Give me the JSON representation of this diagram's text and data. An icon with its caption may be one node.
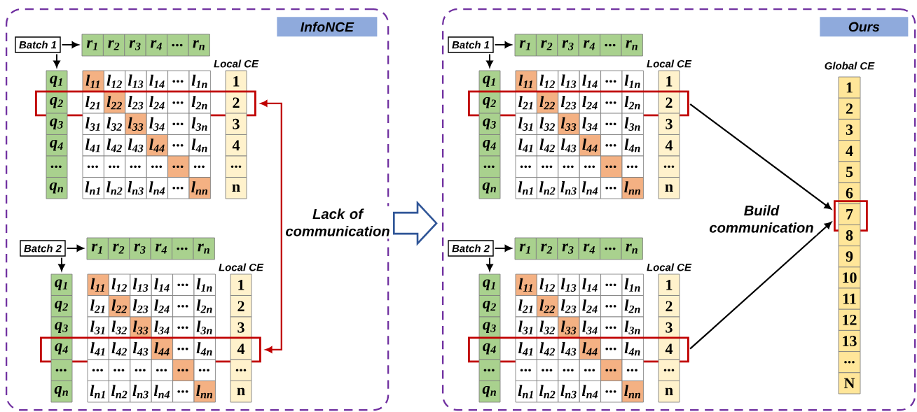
{
  "diagram": {
    "nodes": [
      {
        "text": [],
        "shape": "box"
      },
      {
        "text": [
          "InfoNCE"
        ],
        "in": 0
      },
      {
        "text": [
          "Batch 1"
        ],
        "in": 0
      },
      {
        "text": [
          "r$_{1}$"
        ],
        "in": 0
      },
      {
        "text": [
          "q$_{1}$"
        ],
        "in": 0
      },
      {
        "text": [
          "q$_{2}$",
          "l$_{21}$",
          "l$_{22}$",
          "l$_{23}$",
          "l$_{24}$",
          "...",
          "l$_{2n}$",
          "2"
        ],
        "in": 0
      },
      {
        "text": [
          "Batch 2"
        ],
        "in": 0
      },
      {
        "text": [
          "r$_{1}$"
        ],
        "in": 0
      },
      {
        "text": [
          "q$_{1}$"
        ],
        "in": 0
      },
      {
        "text": [
          "q$_{4}$",
          "l$_{41}$",
          "l$_{42}$",
          "l$_{43}$",
          "l$_{44}$",
          "...",
          "l$_{4n}$",
          "4"
        ],
        "in": 0
      },
      {
        "text": [],
        "shape": "box"
      },
      {
        "text": [
          "Ours"
        ],
        "in": 10
      },
      {
        "text": [
          "Batch 1"
        ],
        "in": 10
      },
      {
        "text": [
          "r$_{1}$"
        ],
        "in": 10
      },
      {
        "text": [
          "q$_{1}$"
        ],
        "in": 10
      },
      {
        "text": [
          "q$_{2}$",
          "l$_{21}$",
          "l$_{22}$",
          "l$_{23}$",
          "l$_{24}$",
          "...",
          "l$_{2n}$",
          "2"
        ],
        "in": 10
      },
      {
        "text": [
          "Batch 2"
        ],
        "in": 10
      },
      {
        "text": [
          "r$_{1}$"
        ],
        "in": 10
      },
      {
        "text": [
          "q$_{1}$"
        ],
        "in": 10
      },
      {
        "text": [
          "q$_{4}$",
          "l$_{41}$",
          "l$_{42}$",
          "l$_{43}$",
          "l$_{44}$",
          "...",
          "l$_{4n}$",
          "4"
        ],
        "in": 10
      },
      {
        "text": [
          "7"
        ],
        "in": 10
      }
    ],
    "edges": [
      {
        "from": 2,
        "to": 3,
        "arrow": "to"
      },
      {
        "from": 2,
        "to": 4,
        "arrow": "to"
      },
      {
        "from": 6,
        "to": 7,
        "arrow": "to"
      },
      {
        "from": 6,
        "to": 8,
        "arrow": "to"
      },
      {
        "from": 5,
        "to": 9,
        "arrow": "both",
        "color": "#c00000",
        "label": "Lack of communication"
      },
      {
        "from": 0,
        "to": 10,
        "arrow": "to",
        "color": "#2f5597"
      },
      {
        "from": 12,
        "to": 13,
        "arrow": "to"
      },
      {
        "from": 12,
        "to": 14,
        "arrow": "to"
      },
      {
        "from": 16,
        "to": 17,
        "arrow": "to"
      },
      {
        "from": 16,
        "to": 18,
        "arrow": "to"
      },
      {
        "from": 15,
        "to": 20,
        "arrow": "to",
        "label": "Build communication"
      },
      {
        "from": 19,
        "to": 20,
        "arrow": "to"
      }
    ],
    "labels": [
      "r$_{2}$",
      "r$_{3}$",
      "r$_{4}$",
      "...",
      "r$_{n}$",
      "Local CE",
      "l$_{11}$",
      "l$_{12}$",
      "l$_{13}$",
      "l$_{14}$",
      "...",
      "l$_{1n}$",
      "1",
      "q$_{3}$",
      "l$_{31}$",
      "l$_{32}$",
      "l$_{33}$",
      "l$_{34}$",
      "...",
      "l$_{3n}$",
      "3",
      "q$_{4}$",
      "l$_{41}$",
      "l$_{42}$",
      "l$_{43}$",
      "l$_{44}$",
      "...",
      "l$_{4n}$",
      "4",
      "...",
      "...",
      "...",
      "...",
      "...",
      "...",
      "...",
      "...",
      "q$_{n}$",
      "l$_{n1}$",
      "l$_{n2}$",
      "l$_{n3}$",
      "l$_{n4}$",
      "...",
      "l$_{nn}$",
      "n",
      "r$_{2}$",
      "r$_{3}$",
      "r$_{4}$",
      "...",
      "r$_{n}$",
      "Local CE",
      "l$_{11}$",
      "l$_{12}$",
      "l$_{13}$",
      "l$_{14}$",
      "...",
      "l$_{1n}$",
      "1",
      "q$_{2}$",
      "l$_{21}$",
      "l$_{22}$",
      "l$_{23}$",
      "l$_{24}$",
      "...",
      "l$_{2n}$",
      "2",
      "q$_{3}$",
      "l$_{31}$",
      "l$_{32}$",
      "l$_{33}$",
      "l$_{34}$",
      "...",
      "l$_{3n}$",
      "3",
      "...",
      "...",
      "...",
      "...",
      "...",
      "...",
      "...",
      "...",
      "q$_{n}$",
      "l$_{n1}$",
      "l$_{n2}$",
      "l$_{n3}$",
      "l$_{n4}$",
      "...",
      "l$_{nn}$",
      "n",
      "r$_{2}$",
      "r$_{3}$",
      "r$_{4}$",
      "...",
      "r$_{n}$",
      "Local CE",
      "l$_{11}$",
      "l$_{12}$",
      "l$_{13}$",
      "l$_{14}$",
      "...",
      "l$_{1n}$",
      "1",
      "q$_{3}$",
      "l$_{31}$",
      "l$_{32}$",
      "l$_{33}$",
      "l$_{34}$",
      "...",
      "l$_{3n}$",
      "3",
      "q$_{4}$",
      "l$_{41}$",
      "l$_{42}$",
      "l$_{43}$",
      "l$_{44}$",
      "...",
      "l$_{4n}$",
      "4",
      "...",
      "...",
      "...",
      "...",
      "...",
      "...",
      "...",
      "...",
      "q$_{n}$",
      "l$_{n1}$",
      "l$_{n2}$",
      "l$_{n3}$",
      "l$_{n4}$",
      "...",
      "l$_{nn}$",
      "n",
      "r$_{2}$",
      "r$_{3}$",
      "r$_{4}$",
      "...",
      "r$_{n}$",
      "Local CE",
      "l$_{11}$",
      "l$_{12}$",
      "l$_{13}$",
      "l$_{14}$",
      "...",
      "l$_{1n}$",
      "1",
      "q$_{2}$",
      "l$_{21}$",
      "l$_{22}$",
      "l$_{23}$",
      "l$_{24}$",
      "...",
      "l$_{2n}$",
      "2",
      "q$_{3}$",
      "l$_{31}$",
      "l$_{32}$",
      "l$_{33}$",
      "l$_{34}$",
      "...",
      "l$_{3n}$",
      "3",
      "...",
      "...",
      "...",
      "...",
      "...",
      "...",
      "...",
      "...",
      "q$_{n}$",
      "l$_{n1}$",
      "l$_{n2}$",
      "l$_{n3}$",
      "l$_{n4}$",
      "...",
      "l$_{nn}$",
      "n",
      "Global CE",
      "1",
      "2",
      "3",
      "4",
      "5",
      "6",
      "8",
      "9",
      "10",
      "11",
      "12",
      "13",
      "...",
      "N"
    ]
  }
}
